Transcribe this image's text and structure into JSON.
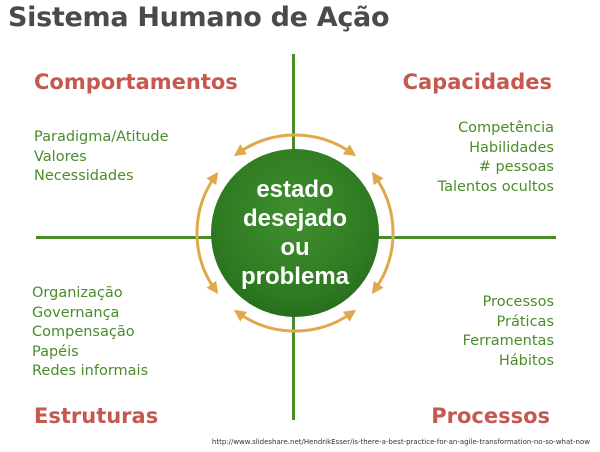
{
  "title": "Sistema Humano de Ação",
  "center": {
    "lines": [
      "estado",
      "desejado",
      "ou",
      "problema"
    ]
  },
  "quadrants": {
    "top_left": {
      "title": "Comportamentos",
      "items": [
        "Paradigma/Atitude",
        "Valores",
        "Necessidades"
      ]
    },
    "top_right": {
      "title": "Capacidades",
      "items": [
        "Competência",
        "Habilidades",
        "# pessoas",
        "Talentos ocultos"
      ]
    },
    "bottom_left": {
      "title": "Estruturas",
      "items": [
        "Organização",
        "Governança",
        "Compensação",
        "Papéis",
        "Redes informais"
      ]
    },
    "bottom_right": {
      "title": "Processos",
      "items": [
        "Processos",
        "Práticas",
        "Ferramentas",
        "Hábitos"
      ]
    }
  },
  "source_url": "http://www.slideshare.net/HendrikEsser/is-there-a-best-practice-for-an-agile-transformation-no-so-what-now",
  "colors": {
    "title": "#4a4a4a",
    "quadrant_title": "#c45a4f",
    "list_text": "#4a8c2a",
    "axis": "#4a8c2a",
    "circle": "#2e7a22",
    "arrows": "#e0a84a"
  }
}
